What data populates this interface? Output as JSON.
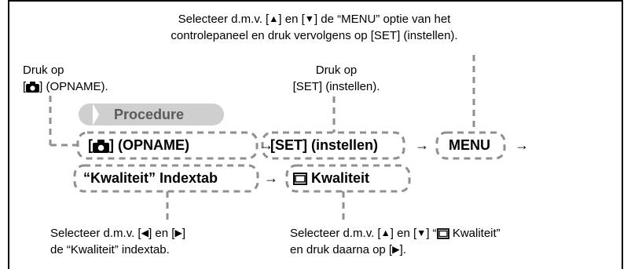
{
  "colors": {
    "frame": "#000000",
    "dash": "#8f8f8f",
    "pill_fill": "#cfcfcf",
    "pill_text": "#5a5a5a",
    "text": "#000000"
  },
  "icons": {
    "camera": "camera-icon",
    "up": "▲",
    "down": "▼",
    "left": "◀",
    "right": "▶",
    "quality": "quality-icon"
  },
  "annotations": {
    "menu_note": {
      "line1_prefix": "Selecteer d.m.v. [",
      "line1_mid": "] en [",
      "line1_suffix": "] de “MENU” optie van het",
      "line2": "controlepaneel en druk vervolgens op [SET] (instellen)."
    },
    "record_note": {
      "line1": "Druk op",
      "line2_prefix": "[",
      "line2_suffix": "] (OPNAME)."
    },
    "set_note": {
      "line1": "Druk op",
      "line2": "[SET] (instellen)."
    },
    "tab_note": {
      "line1_prefix": "Selecteer d.m.v. [",
      "line1_mid": "] en [",
      "line1_suffix": "]",
      "line2": "de “Kwaliteit” indextab."
    },
    "quality_note": {
      "line1_prefix": "Selecteer d.m.v. [",
      "line1_mid": "] en [",
      "line1_mid2": "] “",
      "line1_suffix": " Kwaliteit”",
      "line2_prefix": "en druk daarna op [",
      "line2_suffix": "]."
    }
  },
  "procedure": {
    "label": "Procedure",
    "record_prefix": "[",
    "record_suffix": "] (OPNAME)",
    "set_label": "[SET] (instellen)",
    "menu_label": "MENU",
    "tab_label": "“Kwaliteit” Indextab",
    "quality_label": "Kwaliteit",
    "arrow": "→"
  }
}
